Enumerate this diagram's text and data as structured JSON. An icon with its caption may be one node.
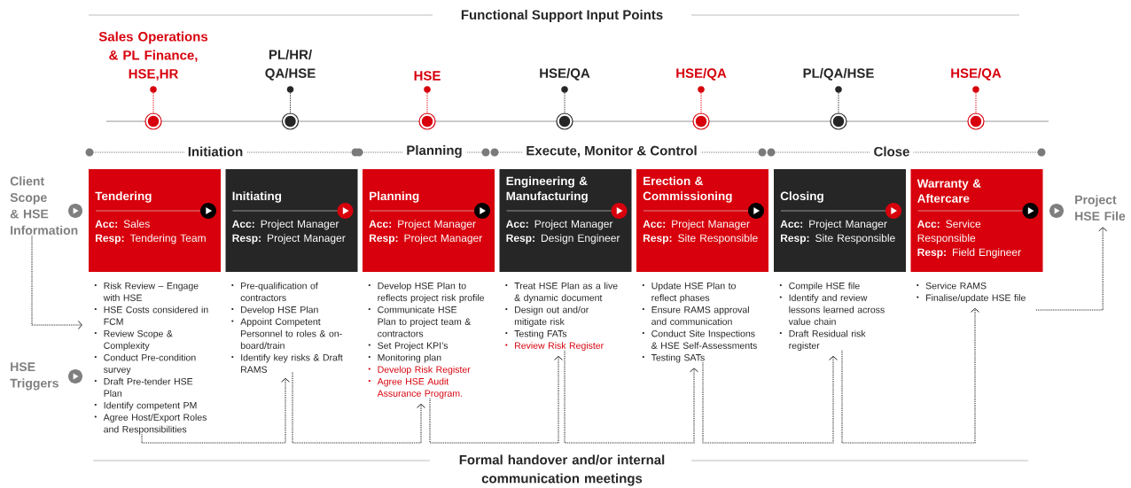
{
  "diagram": {
    "title": "Functional Support Input Points",
    "caption": "Formal handover and/or internal communication meetings",
    "nodes": [
      {
        "text": [
          "Client Scope & HSE Information"
        ]
      },
      {
        "text": [
          "Tendering",
          "**Acc:** Sales",
          "**Resp:** Tendering Team"
        ]
      },
      {
        "text": [
          "Initiating",
          "**Acc:** Project Manager",
          "**Resp:** Project Manager"
        ]
      },
      {
        "text": [
          "Planning",
          "**Acc:** Project Manager",
          "**Resp:** Project Manager"
        ]
      },
      {
        "text": [
          "Engineering & Manufacturing",
          "**Acc:** Project Manager",
          "**Resp:** Design Engineer"
        ]
      },
      {
        "text": [
          "Erection & Commissioning",
          "**Acc:** Project Manager",
          "**Resp:** Site Responsible"
        ]
      },
      {
        "text": [
          "Closing",
          "**Acc:** Project Manager",
          "**Resp:** Site Responsible"
        ]
      },
      {
        "text": [
          "Warranty & Aftercare",
          "**Acc:** Service Responsible",
          "**Resp:** Field Engineer"
        ]
      },
      {
        "text": [
          "Project HSE File"
        ]
      },
      {
        "text": [
          "Risk Review – Engage with HSE",
          "HSE Costs considered in FCM",
          "Review Scope & Complexity",
          "Conduct Pre-condition survey",
          "Draft Pre-tender HSE Plan",
          "Identify competent PM",
          "Agree Host/Export Roles and Responsibilities"
        ]
      },
      {
        "text": [
          "Pre-qualification of contractors",
          "Develop HSE Plan",
          "Appoint Competent Personnel to roles & on-board/train",
          "Identify key risks & Draft RAMS"
        ]
      },
      {
        "text": [
          "Develop HSE Plan to reflects project risk profile",
          "Communicate HSE Plan to project team & contractors",
          "Set Project KPI’s",
          "Monitoring plan",
          "Develop Risk Register",
          "Agree HSE Audit Assurance Program."
        ]
      },
      {
        "text": [
          "Treat HSE Plan as a live & dynamic document",
          "Design out and/or mitigate risk",
          "Testing FATs",
          "Review Risk Register"
        ]
      },
      {
        "text": [
          "Update HSE Plan to reflect phases",
          "Ensure RAMS approval and communication",
          "Conduct Site Inspections & HSE Self-Assessments",
          "Testing SATs"
        ]
      },
      {
        "text": [
          "Compile HSE file",
          "Identify and review lessons learned across value chain",
          "Draft Residual risk register"
        ]
      },
      {
        "text": [
          "Service RAMS",
          "Finalise/update HSE file"
        ]
      }
    ],
    "edges": [
      {
        "from": 0,
        "to": 9,
        "arrow": "to",
        "style": "dashed"
      },
      {
        "from": 9,
        "to": 10,
        "arrow": "to",
        "style": "dashed"
      },
      {
        "from": 10,
        "to": 11,
        "arrow": "to",
        "style": "dashed"
      },
      {
        "from": 11,
        "to": 12,
        "arrow": "to",
        "style": "dashed"
      },
      {
        "from": 12,
        "to": 13,
        "arrow": "to",
        "style": "dashed"
      },
      {
        "from": 13,
        "to": 14,
        "arrow": "to",
        "style": "dashed"
      },
      {
        "from": 14,
        "to": 15,
        "arrow": "to",
        "style": "dashed"
      },
      {
        "from": 15,
        "to": 8,
        "arrow": "to",
        "style": "dashed"
      }
    ],
    "labels": [
      "Sales Operations & PL Finance, HSE,HR",
      "PL/HR/ QA/HSE",
      "HSE",
      "HSE/QA",
      "HSE/QA",
      "PL/QA/HSE",
      "HSE/QA",
      "Initiation",
      "Planning",
      "Execute, Monitor & Control",
      "Close",
      "HSE Triggers"
    ]
  }
}
